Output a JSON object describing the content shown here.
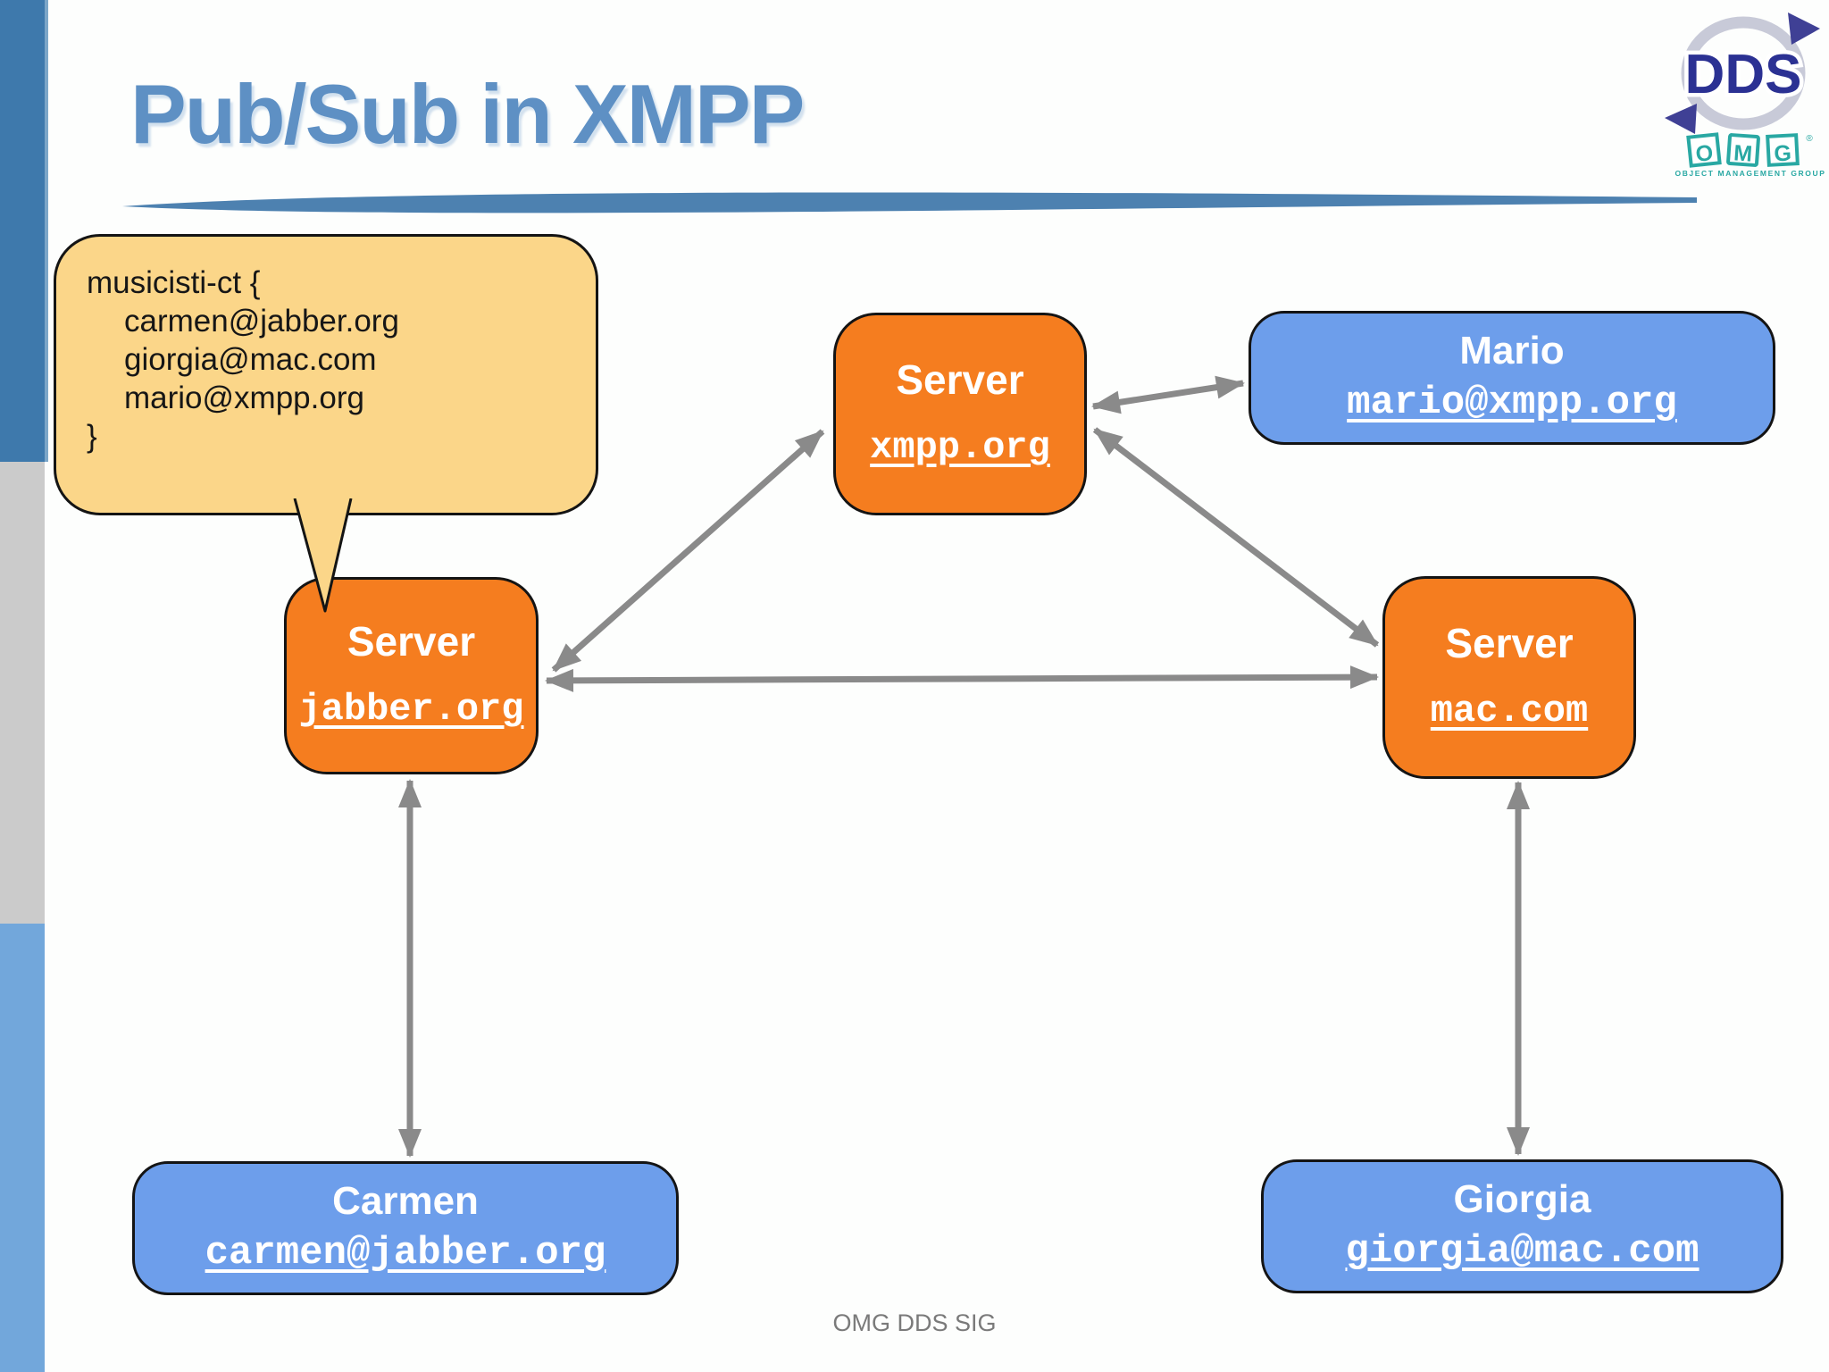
{
  "slide": {
    "title": "Pub/Sub in XMPP",
    "footer": "OMG DDS SIG"
  },
  "logos": {
    "dds": {
      "text": "DDS"
    },
    "omg": {
      "letters": [
        "O",
        "M",
        "G"
      ],
      "registered": "®",
      "caption": "OBJECT MANAGEMENT GROUP"
    }
  },
  "callout": {
    "lines": [
      "musicisti-ct {",
      "carmen@jabber.org",
      "giorgia@mac.com",
      "mario@xmpp.org",
      "}"
    ]
  },
  "nodes": {
    "server_xmpp": {
      "label": "Server",
      "link": "xmpp.org"
    },
    "server_jabber": {
      "label": "Server",
      "link": "jabber.org"
    },
    "server_mac": {
      "label": "Server",
      "link": "mac.com"
    },
    "client_mario": {
      "label": "Mario",
      "link": "mario@xmpp.org"
    },
    "client_carmen": {
      "label": "Carmen",
      "link": "carmen@jabber.org"
    },
    "client_giorgia": {
      "label": "Giorgia",
      "link": "giorgia@mac.com"
    }
  },
  "edges": [
    {
      "from": "server_jabber",
      "to": "server_xmpp",
      "bidirectional": true
    },
    {
      "from": "server_jabber",
      "to": "server_mac",
      "bidirectional": true
    },
    {
      "from": "server_xmpp",
      "to": "server_mac",
      "bidirectional": true
    },
    {
      "from": "server_xmpp",
      "to": "client_mario",
      "bidirectional": true
    },
    {
      "from": "server_jabber",
      "to": "client_carmen",
      "bidirectional": true
    },
    {
      "from": "server_mac",
      "to": "client_giorgia",
      "bidirectional": true
    }
  ],
  "colors": {
    "server_fill": "#F57D1F",
    "client_fill": "#6D9EEB",
    "callout_fill": "#FBD689",
    "arrow": "#8A8A8A",
    "title": "#5E90C4",
    "sidebar_top": "#3E79AC",
    "sidebar_middle": "#CBCBCB",
    "sidebar_bottom": "#72A7DB",
    "brush_stroke": "#4D81B0",
    "dds_navy": "#2B3193",
    "omg_teal": "#29A8A3",
    "footer_text": "#7A7A7A"
  }
}
